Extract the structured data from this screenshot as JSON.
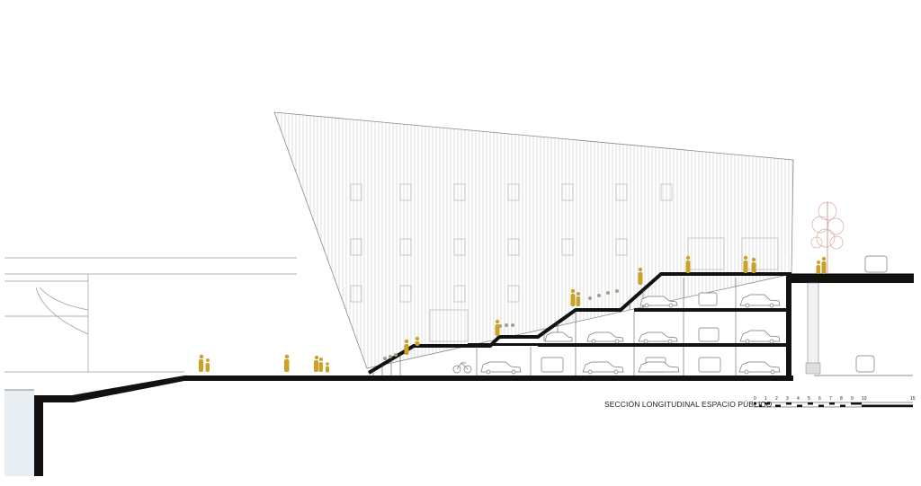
{
  "drawing": {
    "title": "SECCIÓN LONGITUDINAL ESPACIO PÚBLICO",
    "scale_bar": {
      "labels": [
        "0",
        "1",
        "2",
        "3",
        "4",
        "5",
        "6",
        "7",
        "8",
        "9",
        "10",
        "15"
      ]
    },
    "colors": {
      "structure": "#111111",
      "person": "#c9a227",
      "line": "#666666",
      "tree": "#d9aaa0",
      "water": "#e8eef2"
    }
  }
}
